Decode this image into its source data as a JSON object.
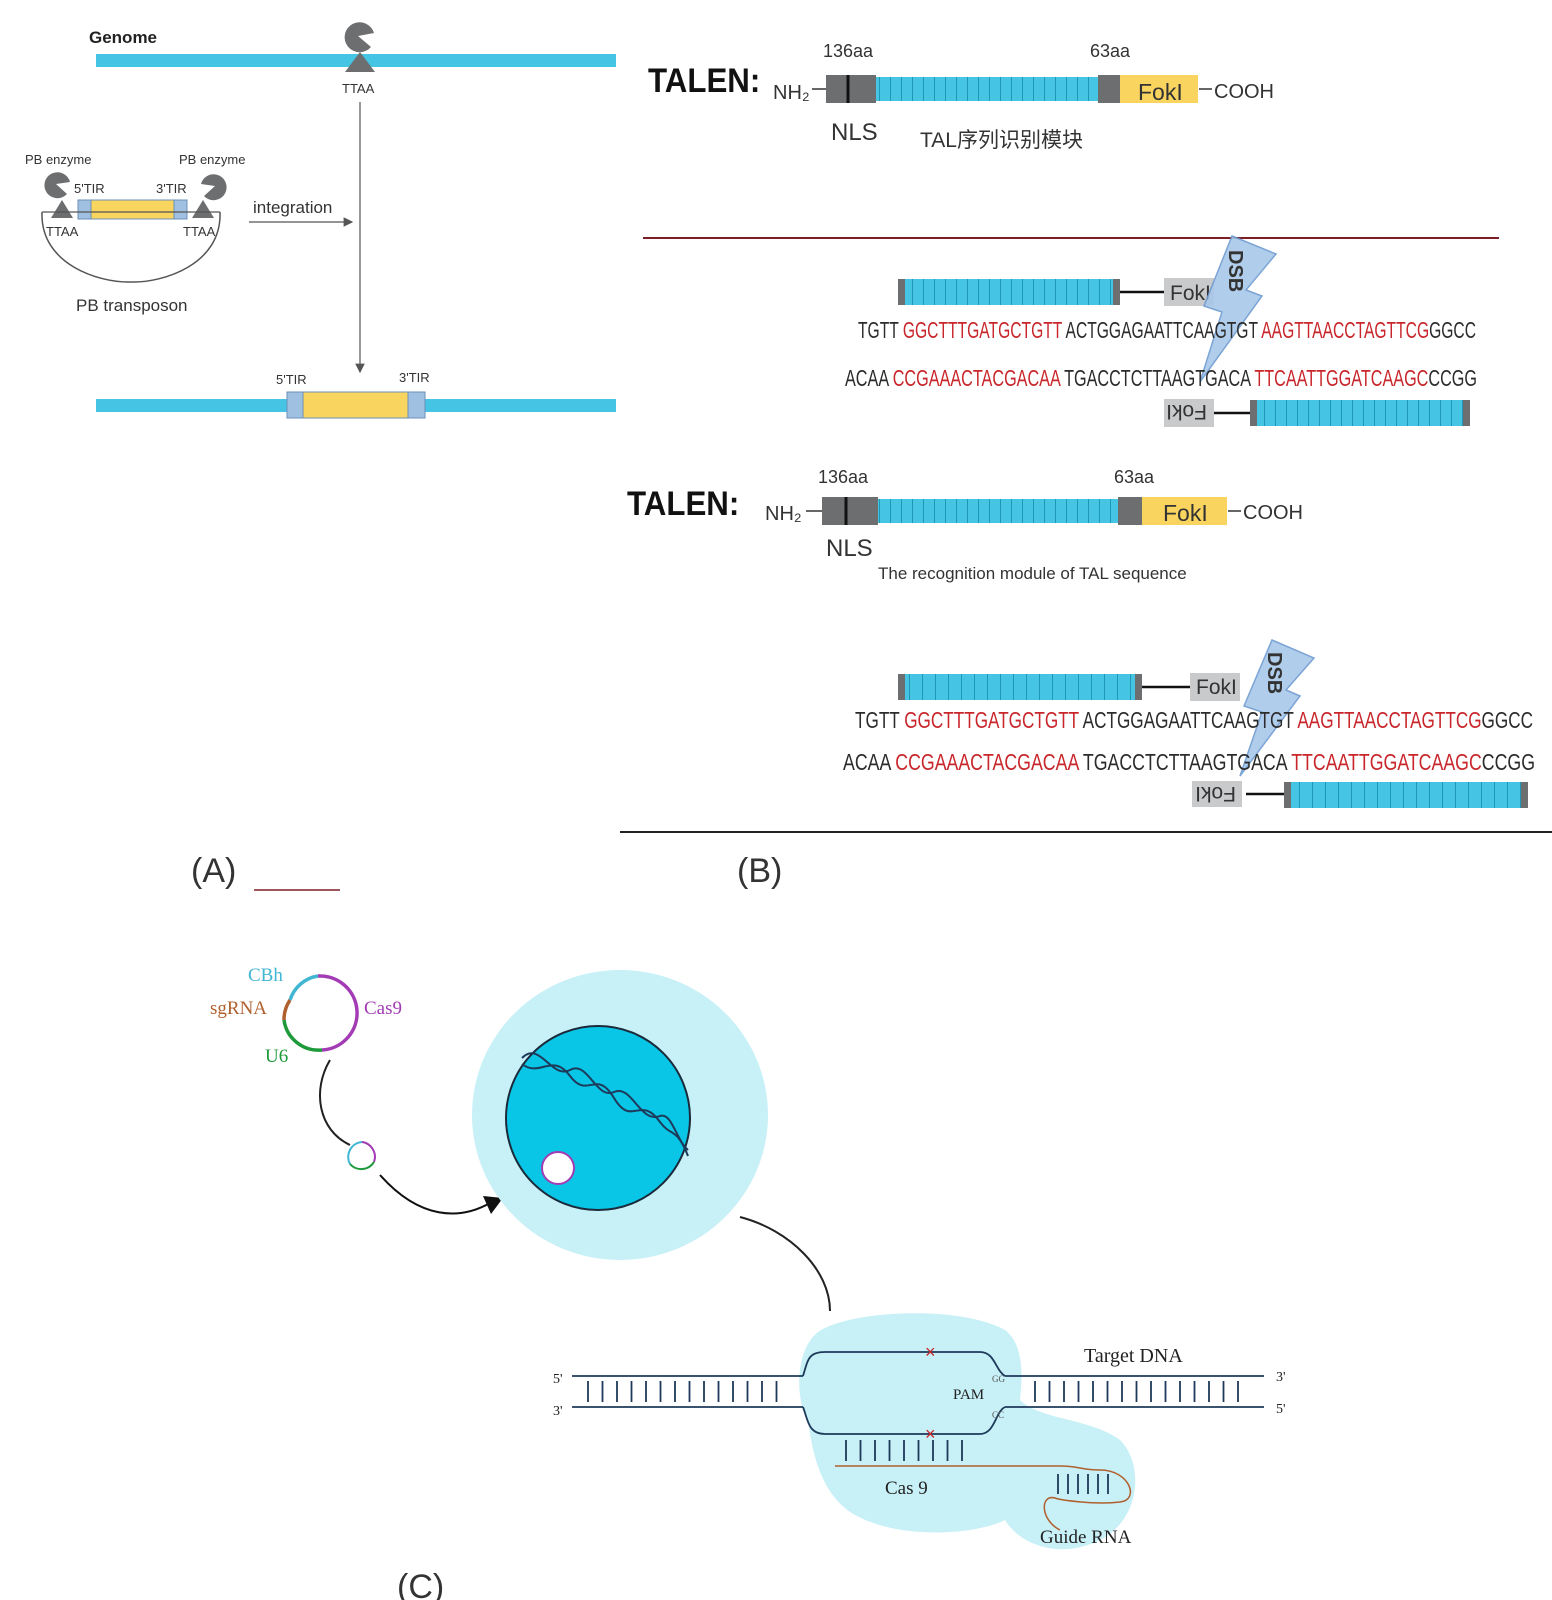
{
  "panel_a": {
    "genome_label": "Genome",
    "ttaa_top": "TTAA",
    "pb_enzyme_left": "PB enzyme",
    "pb_enzyme_right": "PB enzyme",
    "tir5": "5'TIR",
    "tir3": "3'TIR",
    "ttaa_left": "TTAA",
    "ttaa_right": "TTAA",
    "integration": "integration",
    "pb_transposon": "PB transposon",
    "tir5_bottom": "5'TIR",
    "tir3_bottom": "3'TIR",
    "panel_label": "(A)"
  },
  "panel_b": {
    "top": {
      "title": "TALEN:",
      "aa136": "136aa",
      "aa63": "63aa",
      "nh2": "NH₂",
      "fokl": "FokI",
      "cooh": "COOH",
      "nls": "NLS",
      "module_label": "TAL序列识别模块",
      "fokl_upper": "FokI",
      "fokl_lower": "FokI",
      "dsb": "DSB",
      "seq_top": [
        {
          "text": "TGTT ",
          "color": "#2b2b2b"
        },
        {
          "text": "GGCTTTGATGCTGTT",
          "color": "#c8262b"
        },
        {
          "text": " ACTGGAGAATTCAAGTGT ",
          "color": "#2b2b2b"
        },
        {
          "text": "AAGTTAACCTAGTTCG",
          "color": "#c8262b"
        },
        {
          "text": "GGCC",
          "color": "#2b2b2b"
        }
      ],
      "seq_bottom": [
        {
          "text": "ACAA ",
          "color": "#2b2b2b"
        },
        {
          "text": "CCGAAACTACGACAA",
          "color": "#c8262b"
        },
        {
          "text": " TGACCTCTTAAGTGACA ",
          "color": "#2b2b2b"
        },
        {
          "text": "TTCAATTGGATCAAGC",
          "color": "#c8262b"
        },
        {
          "text": "CCGG",
          "color": "#2b2b2b"
        }
      ]
    },
    "bottom": {
      "title": "TALEN:",
      "aa136": "136aa",
      "aa63": "63aa",
      "nh2": "NH₂",
      "fokl": "FokI",
      "cooh": "COOH",
      "nls": "NLS",
      "module_label": "The recognition module of TAL sequence",
      "fokl_upper": "FokI",
      "fokl_lower": "FokI",
      "dsb": "DSB",
      "seq_top": [
        {
          "text": "TGTT ",
          "color": "#2b2b2b"
        },
        {
          "text": "GGCTTTGATGCTGTT",
          "color": "#c8262b"
        },
        {
          "text": " ACTGGAGAATTCAAGTGT ",
          "color": "#2b2b2b"
        },
        {
          "text": "AAGTTAACCTAGTTCG",
          "color": "#c8262b"
        },
        {
          "text": "GGCC",
          "color": "#2b2b2b"
        }
      ],
      "seq_bottom": [
        {
          "text": "ACAA ",
          "color": "#2b2b2b"
        },
        {
          "text": "CCGAAACTACGACAA",
          "color": "#c8262b"
        },
        {
          "text": " TGACCTCTTAAGTGACA ",
          "color": "#2b2b2b"
        },
        {
          "text": "TTCAATTGGATCAAGC",
          "color": "#c8262b"
        },
        {
          "text": "CCGG",
          "color": "#2b2b2b"
        }
      ]
    },
    "panel_label": "(B)"
  },
  "panel_c": {
    "cbh": "CBh",
    "sgrna": "sgRNA",
    "cas9_plasmid": "Cas9",
    "u6": "U6",
    "five_prime_left": "5'",
    "three_prime_left": "3'",
    "target_dna": "Target DNA",
    "three_prime_right": "3'",
    "five_prime_right": "5'",
    "pam": "PAM",
    "cas9_protein": "Cas 9",
    "guide_rna": "Guide RNA",
    "panel_label": "(C)"
  },
  "colors": {
    "dna_blue": "#45c4e4",
    "tir_blue": "#9fc0e0",
    "gene_yellow": "#f9d45e",
    "dark_gray": "#6d6e70",
    "red_seq": "#c8262b",
    "divider_red": "#7d1f25",
    "cell_outer": "#c8f0f7",
    "nucleus": "#0ac6e6",
    "cbh_cyan": "#41b6d3",
    "sgrna_brown": "#b0602e",
    "cas9_purple": "#a23bb4",
    "u6_green": "#1e9a3a"
  }
}
